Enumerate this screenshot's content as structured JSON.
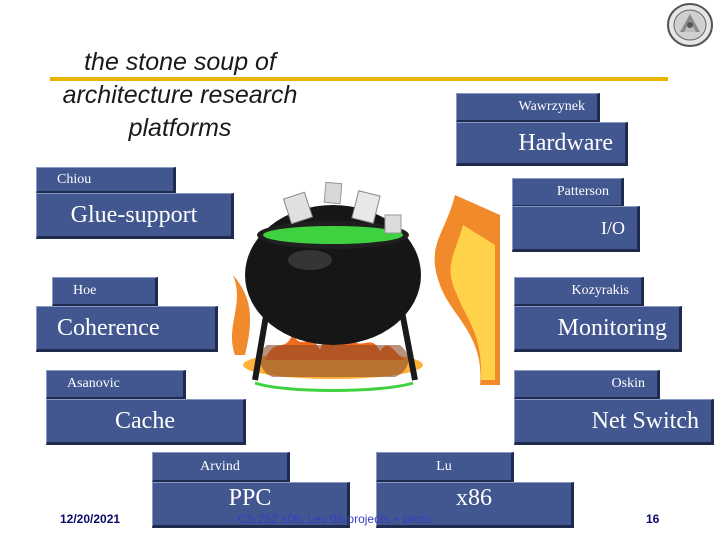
{
  "slide": {
    "title_lines": [
      "the stone soup of",
      "architecture research",
      "platforms"
    ],
    "date": "12/20/2021",
    "footer": "CS 252 s06, Lec 05-projects + proto",
    "page_number": "16",
    "accent_color": "#e8b400",
    "label_bg": "#425690"
  },
  "labels": {
    "wawrzynek": "Wawrzynek",
    "hardware": "Hardware",
    "chiou": "Chiou",
    "glue_support": "Glue-support",
    "patterson": "Patterson",
    "io": "I/O",
    "hoe": "Hoe",
    "kozyrakis": "Kozyrakis",
    "coherence": "Coherence",
    "monitoring": "Monitoring",
    "asanovic": "Asanovic",
    "oskin": "Oskin",
    "cache": "Cache",
    "net_switch": "Net Switch",
    "arvind": "Arvind",
    "lu": "Lu",
    "ppc": "PPC",
    "x86": "x86"
  },
  "images": {
    "logo": "university-seal-icon",
    "illustration": "cauldron-over-fire-icon"
  }
}
